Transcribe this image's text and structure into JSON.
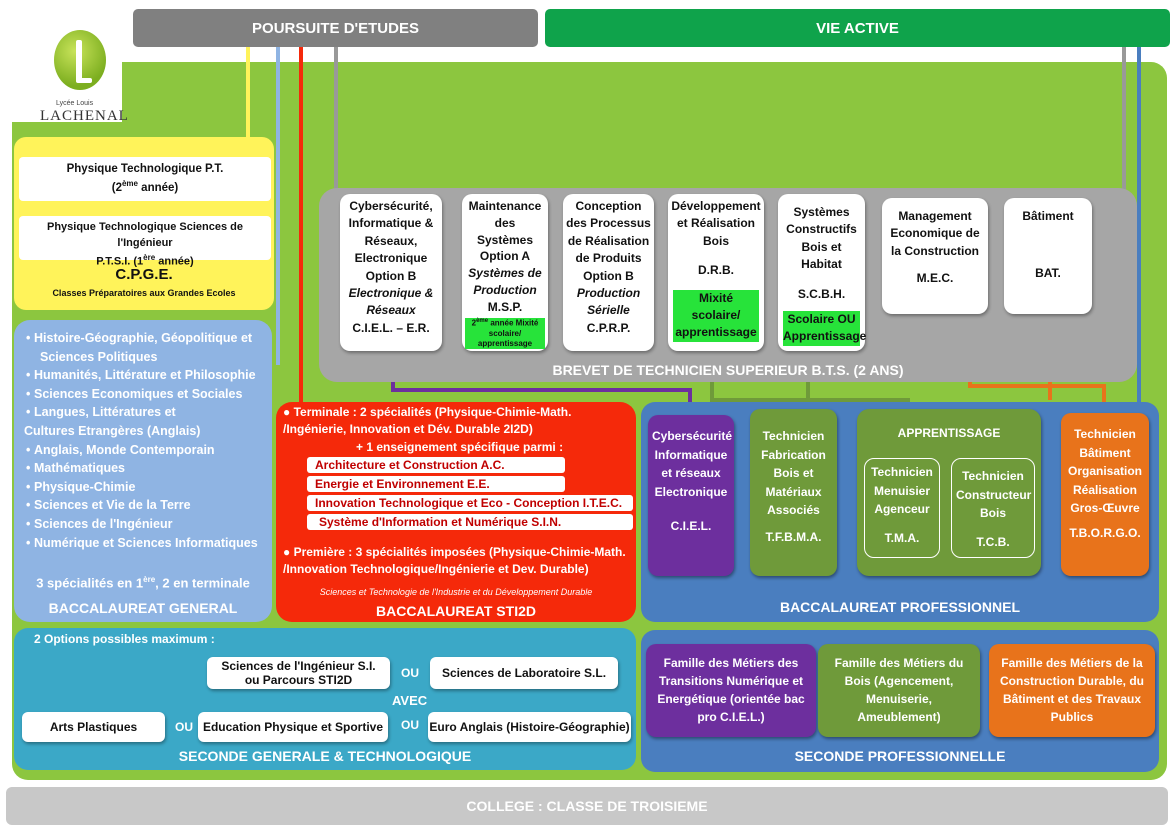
{
  "header": {
    "poursuite": "POURSUITE D'ETUDES",
    "vie_active": "VIE ACTIVE"
  },
  "logo": {
    "subtitle": "Lycée Louis",
    "name": "LACHENAL"
  },
  "cpge": {
    "pt_line1": "Physique Technologique        P.T.",
    "pt_line2a": "(2",
    "pt_sup": "ème",
    "pt_line2b": " année)",
    "ptsi_line1": "Physique Technologique Sciences de l'Ingénieur",
    "ptsi_line2a": "P.T.S.I. (1",
    "ptsi_sup": "ère",
    "ptsi_line2b": " année)",
    "title": "C.P.G.E.",
    "subtitle": "Classes Préparatoires aux Grandes Ecoles"
  },
  "bts": {
    "caption": "BREVET DE TECHNICIEN SUPERIEUR B.T.S. (2 ANS)",
    "ciel": {
      "l1": "Cybersécurité,",
      "l2": "Informatique &",
      "l3": "Réseaux,",
      "l4": "Electronique",
      "l5": "Option B",
      "l6": "Electronique &",
      "l7": "Réseaux",
      "l8": "C.I.E.L. – E.R."
    },
    "msp": {
      "l1": "Maintenance",
      "l2": "des Systèmes",
      "l3": "Option A",
      "l4": "Systèmes de",
      "l5": "Production",
      "l6": "M.S.P.",
      "note_sup": "ème",
      "note_a": "2",
      "note_b": " année Mixité scolaire/ apprentissage"
    },
    "cprp": {
      "l1": "Conception",
      "l2": "des Processus",
      "l3": "de Réalisation",
      "l4": "de Produits",
      "l5": "Option B",
      "l6": "Production",
      "l7": "Sérielle",
      "l8": "C.P.R.P."
    },
    "drb": {
      "l1": "Développement",
      "l2": "et Réalisation",
      "l3": "Bois",
      "l4": "D.R.B.",
      "note": "Mixité scolaire/ apprentissage"
    },
    "scbh": {
      "l1": "Systèmes",
      "l2": "Constructifs",
      "l3": "Bois et Habitat",
      "l4": "S.C.B.H.",
      "note": "Scolaire OU Apprentissage"
    },
    "mec": {
      "l1": "Management",
      "l2": "Economique de",
      "l3": "la Construction",
      "l4": "M.E.C."
    },
    "bat": {
      "l1": "Bâtiment",
      "l2": "BAT."
    }
  },
  "bac_general": {
    "items": [
      "Histoire-Géographie, Géopolitique et",
      "Sciences Politiques",
      "Humanités, Littérature et Philosophie",
      "Sciences Economiques et Sociales",
      "Langues, Littératures et",
      "Cultures Etrangères (Anglais)",
      "Anglais, Monde Contemporain",
      "Mathématiques",
      "Physique-Chimie",
      "Sciences et Vie de la Terre",
      "Sciences de l'Ingénieur",
      "Numérique et Sciences Informatiques"
    ],
    "specialites_a": "3 spécialités en 1",
    "specialites_sup": "ère",
    "specialites_b": ", 2 en terminale",
    "title": "BACCALAUREAT GENERAL"
  },
  "sti2d": {
    "terminale": "● Terminale : 2 spécialités (Physique-Chimie-Math. /Ingénierie, Innovation et Dév. Durable 2I2D)",
    "plus": "+ 1 enseignement spécifique parmi :",
    "specs": [
      "Architecture et Construction A.C.",
      "Energie et Environnement E.E.",
      "Innovation Technologique et Eco - Conception I.T.E.C.",
      "Système d'Information et Numérique S.I.N."
    ],
    "premiere": "● Première : 3 spécialités imposées (Physique-Chimie-Math. /Innovation Technologique/Ingénierie et Dev. Durable)",
    "subtitle": "Sciences et Technologie de l'Industrie et du Développement Durable",
    "title": "BACCALAUREAT STI2D"
  },
  "bac_pro": {
    "title": "BACCALAUREAT PROFESSIONNEL",
    "ciel": {
      "l1": "Cybersécurité",
      "l2": "Informatique",
      "l3": "et réseaux",
      "l4": "Electronique",
      "l5": "C.I.E.L."
    },
    "tfbma": {
      "l1": "Technicien",
      "l2": "Fabrication",
      "l3": "Bois et",
      "l4": "Matériaux",
      "l5": "Associés",
      "l6": "T.F.B.M.A."
    },
    "apprentissage": "APPRENTISSAGE",
    "tma": {
      "l1": "Technicien",
      "l2": "Menuisier",
      "l3": "Agenceur",
      "l4": "T.M.A."
    },
    "tcb": {
      "l1": "Technicien",
      "l2": "Constructeur",
      "l3": "Bois",
      "l4": "T.C.B."
    },
    "tborgo": {
      "l1": "Technicien",
      "l2": "Bâtiment",
      "l3": "Organisation",
      "l4": "Réalisation",
      "l5": "Gros-Œuvre",
      "l6": "T.B.O.R.G.O."
    }
  },
  "seconde_gt": {
    "intro": "2 Options possibles maximum :",
    "si_l1": "Sciences de l'Ingénieur S.I.",
    "si_l2": "ou Parcours STI2D",
    "ou": "OU",
    "labo": "Sciences de Laboratoire S.L.",
    "avec": "AVEC",
    "arts": "Arts Plastiques",
    "eps": "Education Physique et Sportive",
    "euro": "Euro Anglais (Histoire-Géographie)",
    "title": "SECONDE GENERALE & TECHNOLOGIQUE"
  },
  "seconde_pro": {
    "title": "SECONDE PROFESSIONNELLE",
    "numerique": "Famille des Métiers des Transitions Numérique et Energétique (orientée bac pro C.I.E.L.)",
    "bois": "Famille des Métiers du Bois (Agencement, Menuiserie, Ameublement)",
    "construction": "Famille des Métiers de la Construction Durable, du Bâtiment et des Travaux Publics"
  },
  "college": "COLLEGE : CLASSE DE TROISIEME",
  "colors": {
    "gray": "#808080",
    "green_bar": "#0fa34b",
    "bg_green": "#8cc63f",
    "yellow": "#fff35a",
    "light_blue": "#8fb4e3",
    "red": "#f5290a",
    "teal": "#3ba8c7",
    "blue": "#4a7ebf",
    "purple": "#6d2f9e",
    "olive": "#6f9a3a",
    "orange": "#e8731b"
  }
}
